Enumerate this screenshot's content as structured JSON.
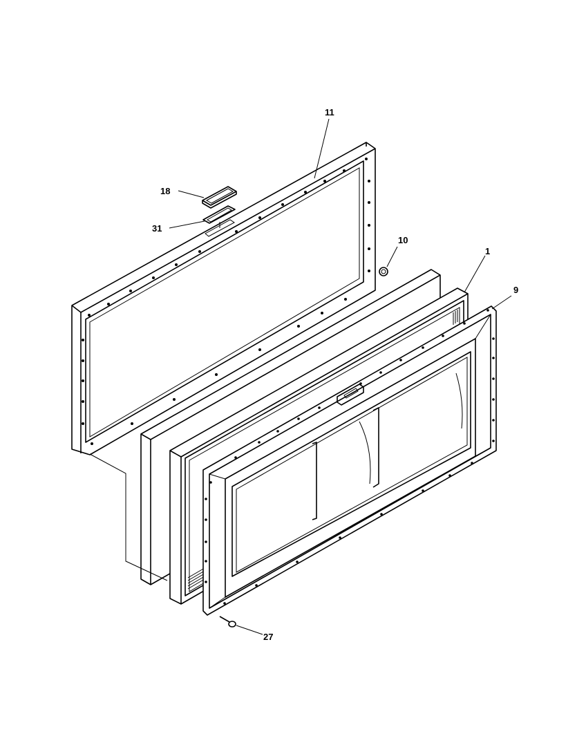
{
  "diagram": {
    "callouts": {
      "p11": "11",
      "p18": "18",
      "p31": "31",
      "p10": "10",
      "p1": "1",
      "p9": "9",
      "p27": "27"
    }
  }
}
